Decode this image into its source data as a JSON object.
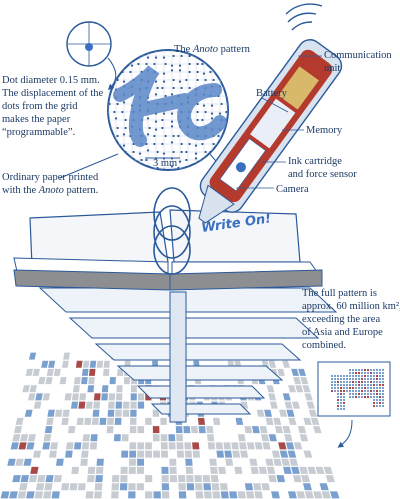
{
  "labels": {
    "dot_info_1": "Dot diameter 0.15 mm.",
    "dot_info_2": "The displacement of the",
    "dot_info_3": "dots from the grid",
    "dot_info_4": "makes the paper",
    "dot_info_5": "“programmable”.",
    "anoto_pre": "The ",
    "anoto_name": "Anoto",
    "anoto_post": " pattern",
    "scale": "3 mm",
    "paper_1": "Ordinary paper printed",
    "paper_2_pre": "with the ",
    "paper_2_post": " pattern.",
    "comm_1": "Communication",
    "comm_2": "unit",
    "battery": "Battery",
    "memory": "Memory",
    "ink_1": "Ink cartridge",
    "ink_2": "and force sensor",
    "camera": "Camera",
    "handwriting": "Write On!",
    "full_1": "The full pattern is",
    "full_2": "approx. 60 million km²,",
    "full_3": "exceeding the area",
    "full_4": "of Asia and Europe",
    "full_5": "combined."
  },
  "colors": {
    "line": "#2b5a9a",
    "pale": "#e9eef7",
    "pen_red": "#b53a2e",
    "pen_gold": "#d8b96a",
    "grid_blue": "#7aa0cf",
    "grid_grey": "#c7cbd2",
    "grid_red": "#a84a48"
  },
  "icons": [
    "signal-waves-icon",
    "magnifier-icon",
    "pen-icon",
    "notebook-icon",
    "world-map-icon"
  ]
}
